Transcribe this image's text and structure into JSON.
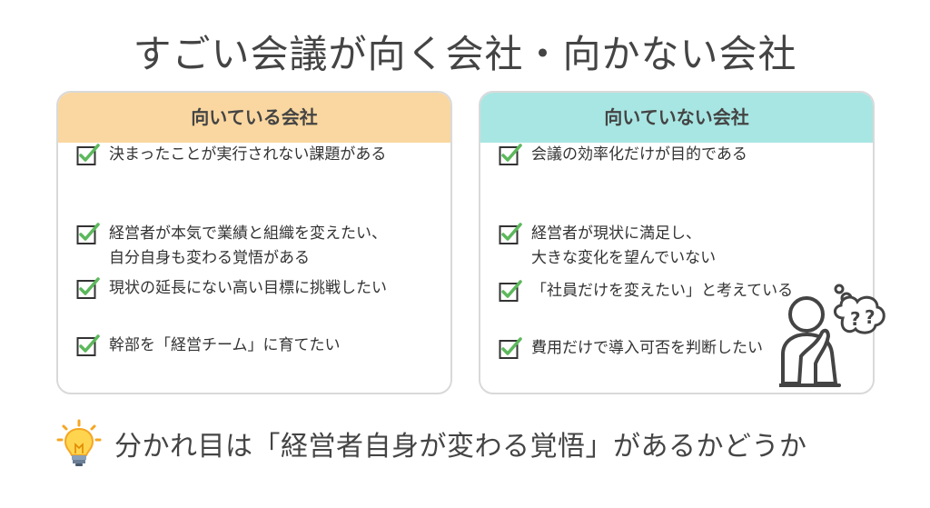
{
  "title": "すごい会議が向く会社・向かない会社",
  "left_card": {
    "header": "向いている会社",
    "items": [
      "経営者が本気で業績と組織を変えたい、\n自分自身も変わる覚悟がある",
      "現状の延長にない高い目標に挑戦したい",
      "幹部を「経営チーム」に育てたい",
      "決まったことが実行されない課題がある"
    ]
  },
  "right_card": {
    "header": "向いていない会社",
    "items": [
      "経営者が現状に満足し、\n大きな変化を望んでいない",
      "「社員だけを変えたい」と考えている",
      "費用だけで導入可否を判断したい",
      "会議の効率化だけが目的である"
    ]
  },
  "conclusion": "分かれ目は「経営者自身が変わる覚悟」があるかどうか",
  "icons": {
    "check": "check-icon",
    "bulb": "lightbulb-icon",
    "thinker": "thinking-person-icon"
  },
  "colors": {
    "left_header": "#fad7a0",
    "right_header": "#a8e6e3",
    "check_green": "#5cb85c"
  }
}
